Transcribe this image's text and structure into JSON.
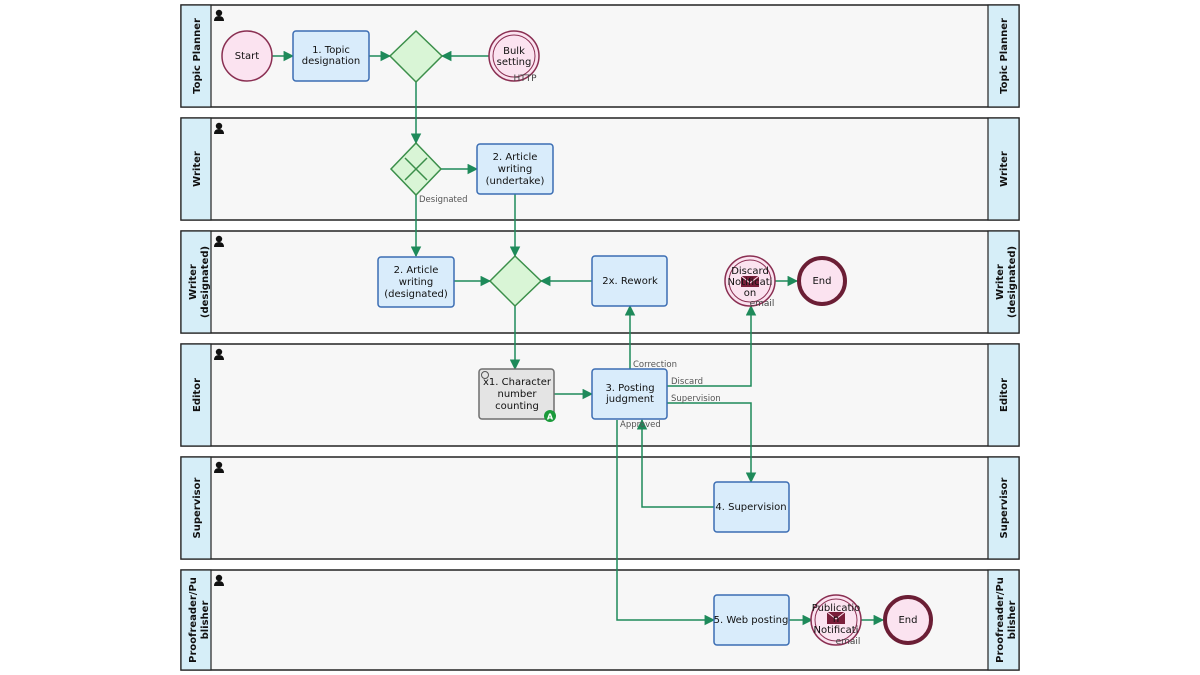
{
  "lanes": [
    {
      "id": "topic",
      "title": "Topic Planner"
    },
    {
      "id": "writer",
      "title": "Writer"
    },
    {
      "id": "writer_d",
      "title_lines": [
        "Writer",
        "(designated)"
      ]
    },
    {
      "id": "editor",
      "title": "Editor"
    },
    {
      "id": "supervisor",
      "title": "Supervisor"
    },
    {
      "id": "proof",
      "title_lines": [
        "Proofreader/Pu",
        "blisher"
      ]
    }
  ],
  "events": {
    "start": "Start",
    "bulk_lines": [
      "Bulk",
      "setting"
    ],
    "bulk_tag": "HTTP",
    "discard_lines": [
      "Discard",
      "Notificati",
      "on"
    ],
    "discard_tag": "email",
    "end1": "End",
    "pub_lines": [
      "Publicatio",
      "n",
      "Notificati"
    ],
    "pub_tag": "email",
    "end2": "End"
  },
  "tasks": {
    "t1": [
      "1. Topic",
      "designation"
    ],
    "t2u": [
      "2. Article",
      "writing",
      "(undertake)"
    ],
    "t2d": [
      "2. Article",
      "writing",
      "(designated)"
    ],
    "t2x": [
      "2x. Rework"
    ],
    "tx1": [
      "x1. Character",
      "number",
      "counting"
    ],
    "tx1_badge": "A",
    "t3": [
      "3. Posting",
      "judgment"
    ],
    "t4": [
      "4. Supervision"
    ],
    "t5": [
      "5. Web posting"
    ]
  },
  "flow_labels": {
    "designated": "Designated",
    "correction": "Correction",
    "discard": "Discard",
    "supervision": "Supervision",
    "approved": "Approved"
  }
}
